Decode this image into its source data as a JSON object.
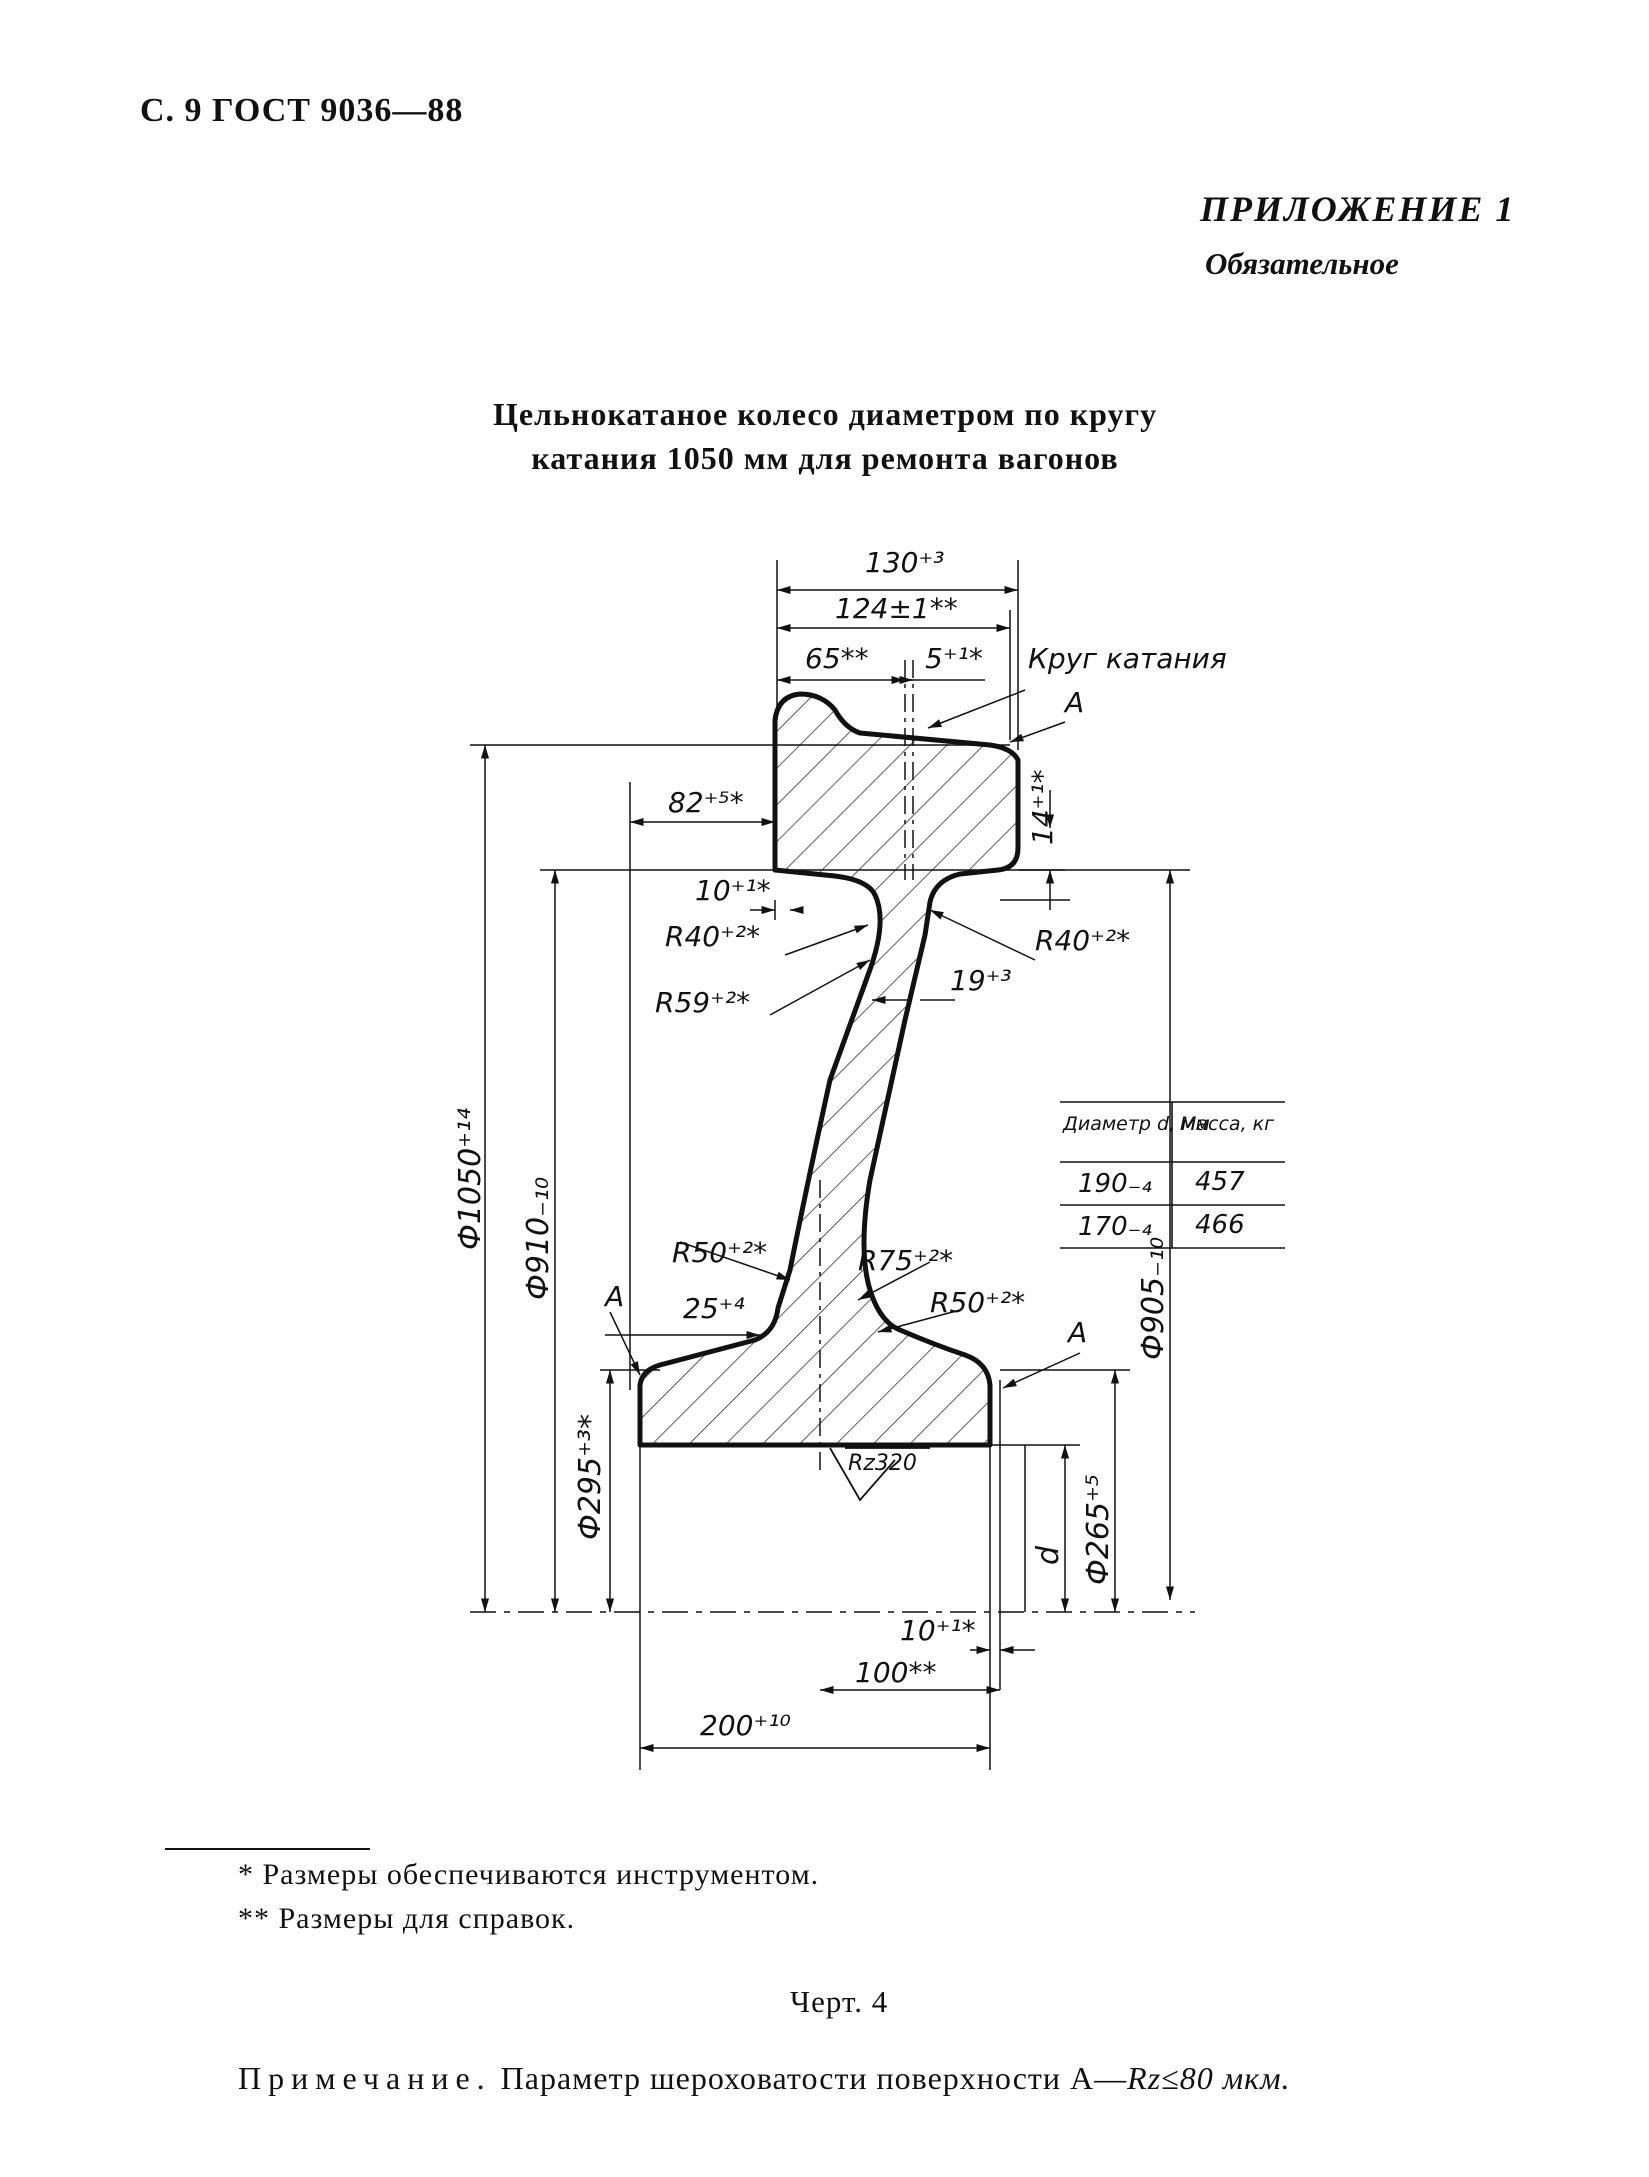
{
  "header": {
    "page_ref": "С. 9 ГОСТ 9036—88"
  },
  "appendix": {
    "label": "ПРИЛОЖЕНИЕ 1",
    "status": "Обязательное"
  },
  "title": {
    "line1": "Цельнокатаное колесо диаметром по кругу",
    "line2": "катания 1050 мм для ремонта вагонов"
  },
  "drawing": {
    "dims": {
      "width_total": "130⁺³",
      "width_124": "124±1**",
      "dim_65": "65**",
      "dim_5": "5⁺¹*",
      "rolling_circle": "Круг катания",
      "surface_a_top": "А",
      "dim_82": "82⁺⁵*",
      "dim_14": "14⁺¹*",
      "dim_10_top": "10⁺¹*",
      "r40_left": "R40⁺²*",
      "r40_right": "R40⁺²*",
      "r59": "R59⁺²*",
      "dim_19": "19⁺³",
      "dia_1050": "Ф1050⁺¹⁴",
      "dia_910": "Ф910₋₁₀",
      "dia_905": "Ф905₋₁₀",
      "r50_left": "R50⁺²*",
      "r75": "R75⁺²*",
      "r50_right": "R50⁺²*",
      "dim_25": "25⁺⁴",
      "surface_a_left": "А",
      "surface_a_right": "А",
      "dia_295": "Ф295⁺³*",
      "roughness": "Rz320",
      "d_label": "d",
      "dia_265": "Ф265⁺⁵",
      "dim_10_bottom": "10⁺¹*",
      "dim_100": "100**",
      "dim_200": "200⁺¹⁰"
    },
    "table": {
      "header_diameter": "Диаметр d, мм",
      "header_mass": "Масса, кг",
      "rows": [
        {
          "diameter": "190₋₄",
          "mass": "457"
        },
        {
          "diameter": "170₋₄",
          "mass": "466"
        }
      ]
    }
  },
  "footnotes": {
    "f1": "* Размеры обеспечиваются инструментом.",
    "f2": "** Размеры для справок."
  },
  "caption": "Черт. 4",
  "note": {
    "label": "Примечание.",
    "text": "Параметр шероховатости поверхности А—",
    "formula": "Rz≤80 мкм."
  }
}
